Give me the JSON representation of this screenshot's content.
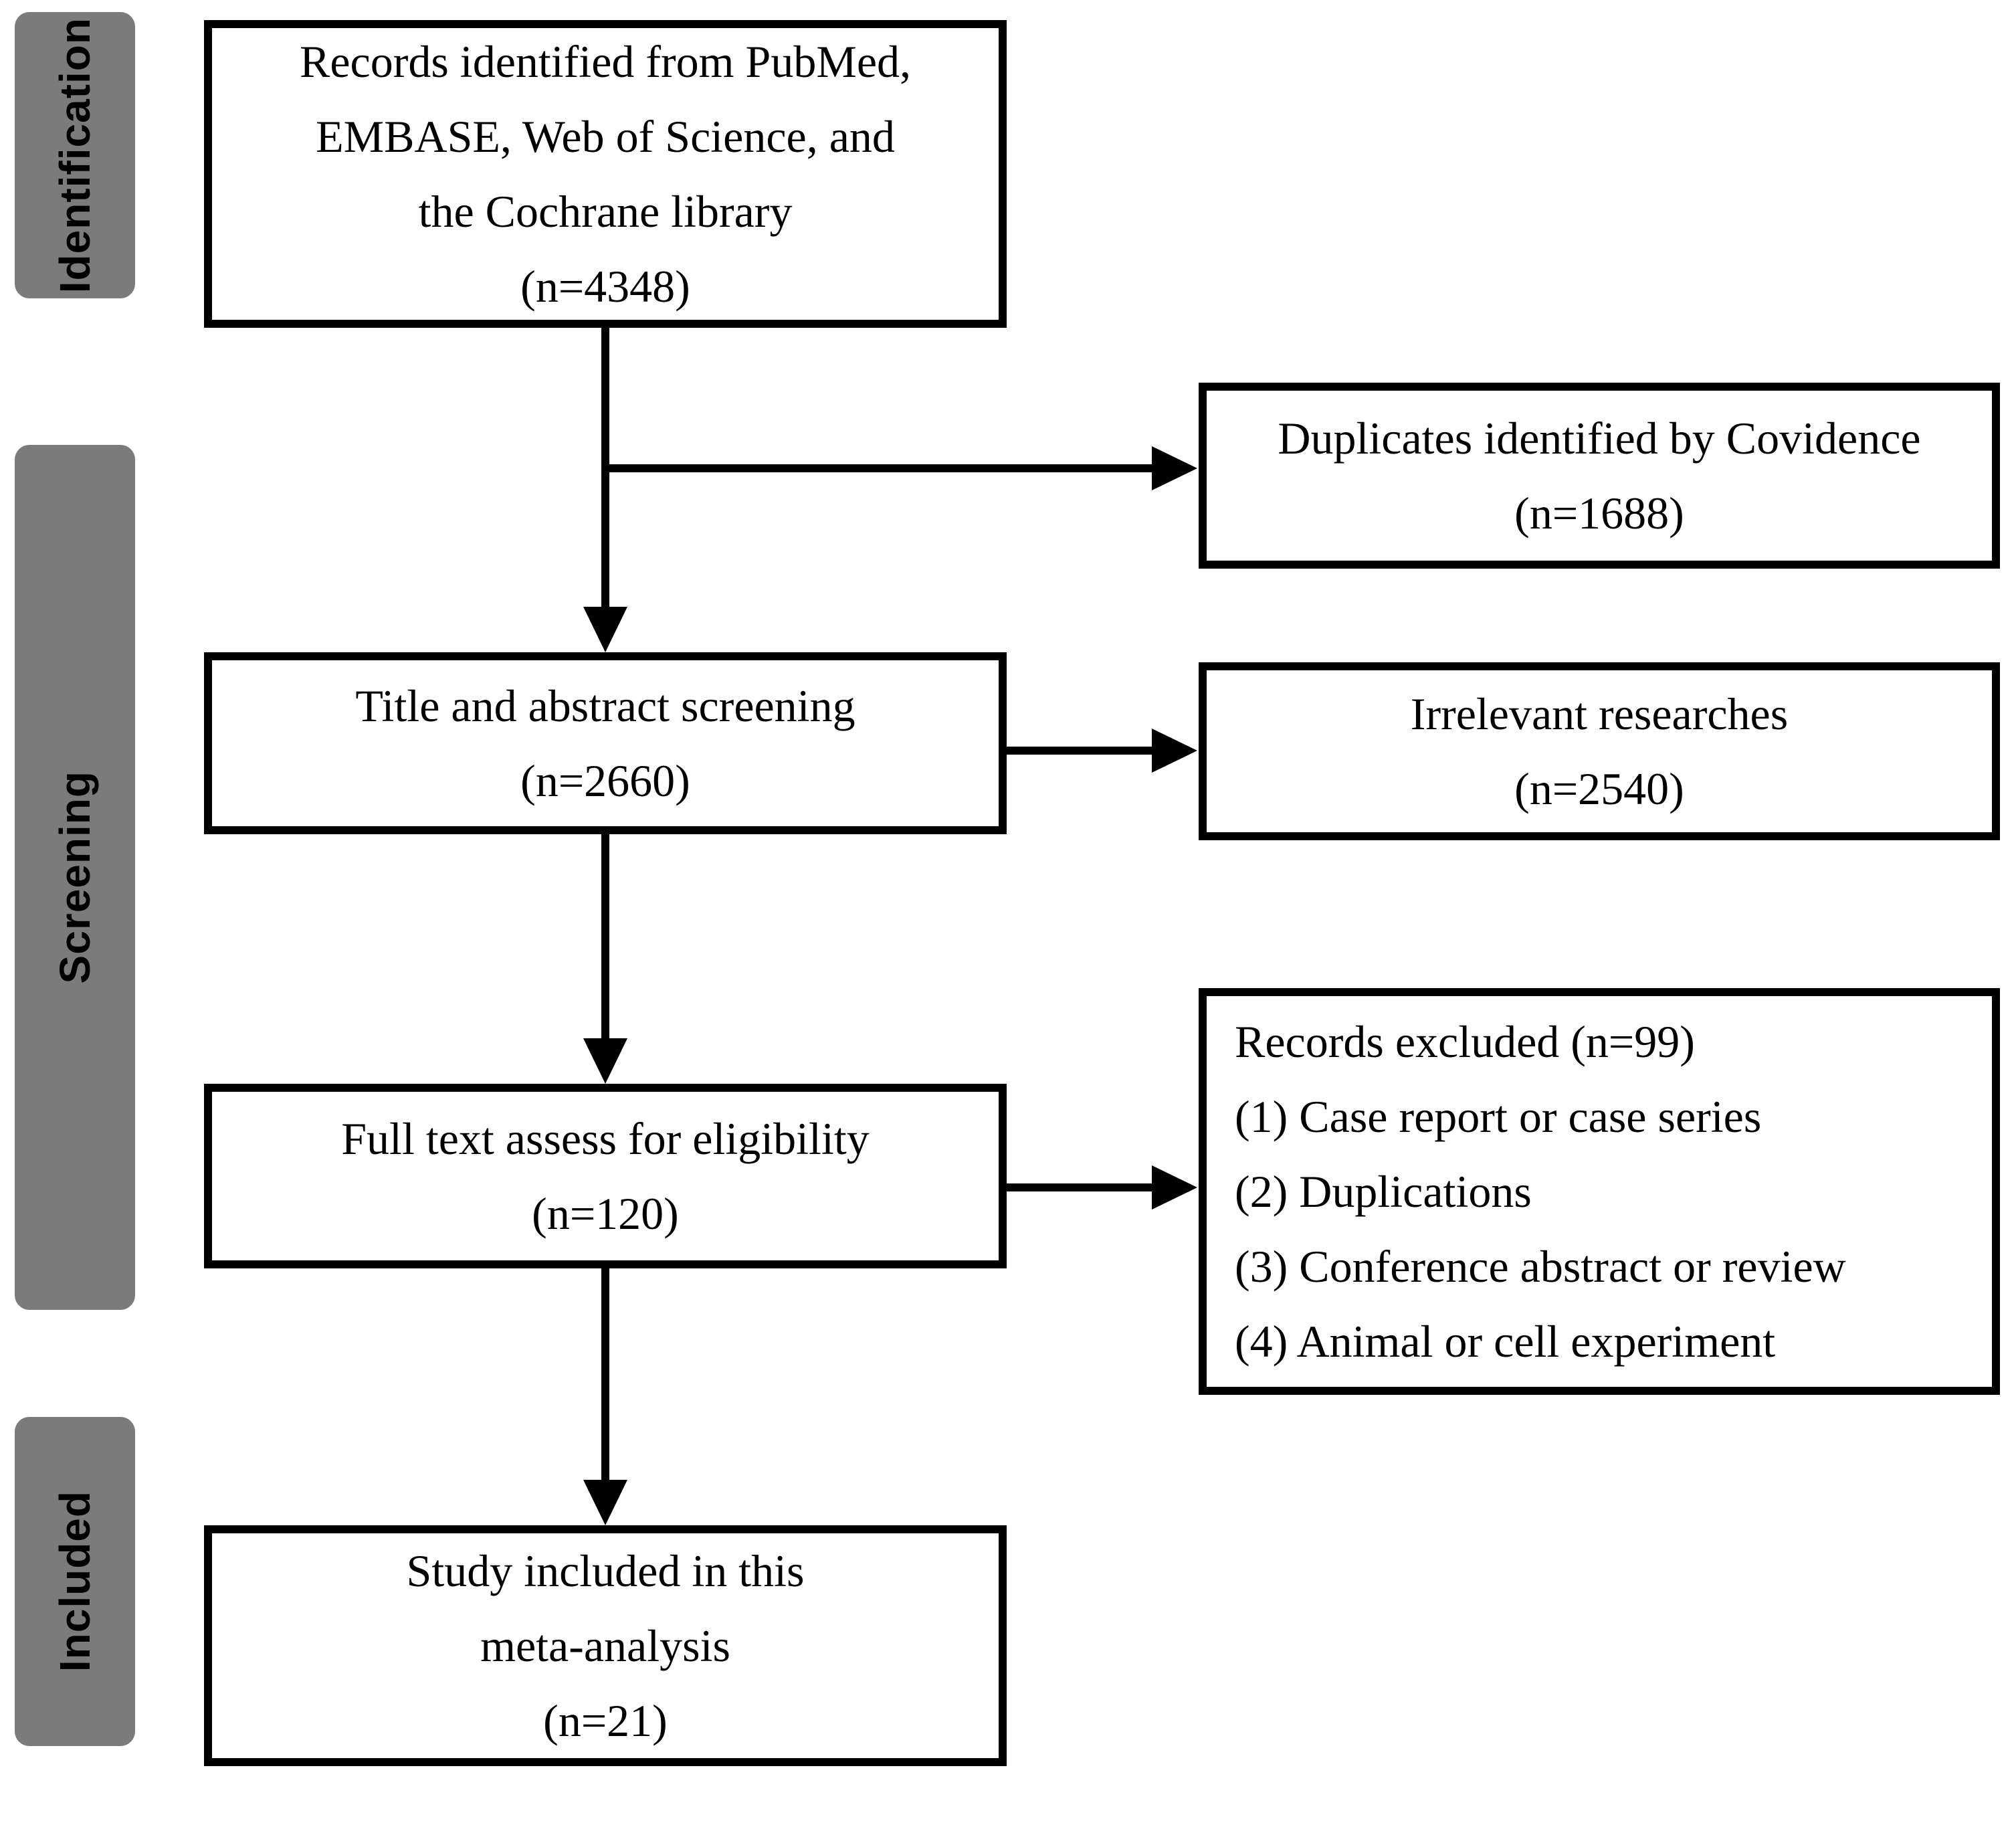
{
  "diagram": {
    "type": "prisma-flow",
    "colors": {
      "stage_tab_gray": "#7b7b7b",
      "line_and_text_black": "#000000",
      "background_white": "#ffffff"
    },
    "stages": [
      {
        "label": "Identification"
      },
      {
        "label": "Screening"
      },
      {
        "label": "Included"
      }
    ],
    "boxes": {
      "records_identified": {
        "lines": [
          "Records identified from PubMed,",
          "EMBASE, Web of Science, and",
          "the Cochrane library",
          "(n=4348)"
        ]
      },
      "duplicates_identified": {
        "lines": [
          "Duplicates identified by Covidence",
          "(n=1688)"
        ]
      },
      "title_abstract_screening": {
        "lines": [
          "Title and abstract screening",
          "(n=2660)"
        ]
      },
      "irrelevant_researches": {
        "lines": [
          "Irrelevant researches",
          "(n=2540)"
        ]
      },
      "full_text_assess": {
        "lines": [
          "Full text assess for eligibility",
          "(n=120)"
        ]
      },
      "records_excluded": {
        "lines": [
          "Records excluded (n=99)",
          "(1) Case report or case series",
          "(2) Duplications",
          "(3) Conference abstract or review",
          "(4) Animal or cell experiment"
        ]
      },
      "study_included": {
        "lines": [
          "Study included in this",
          "meta-analysis",
          "(n=21)"
        ]
      }
    }
  }
}
